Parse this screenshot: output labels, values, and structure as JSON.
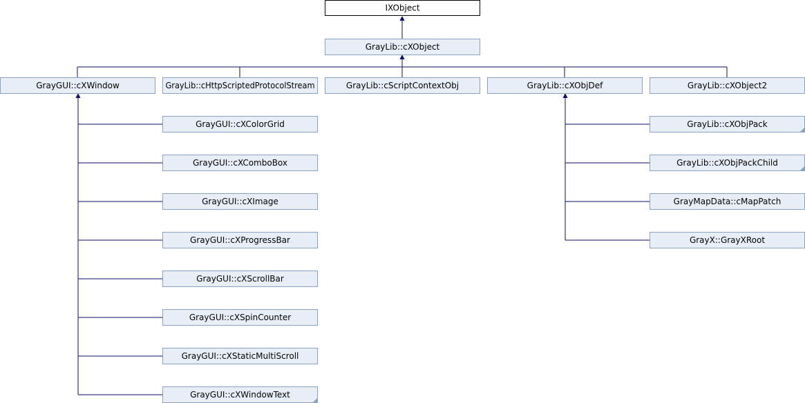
{
  "colors": {
    "node_fill": "#e8eef7",
    "node_border": "#8aa1c4",
    "root_fill": "#ffffff",
    "root_border": "#000000",
    "edge": "#0d0d6b"
  },
  "nodes": {
    "ixobject": "IXObject",
    "cxobject": "GrayLib::cXObject",
    "cxwindow": "GrayGUI::cXWindow",
    "chttp": "GrayLib::cHttpScriptedProtocolStream",
    "cscript": "GrayLib::cScriptContextObj",
    "cxobjdef": "GrayLib::cXObjDef",
    "cxobject2": "GrayLib::cXObject2",
    "colorgrid": "GrayGUI::cXColorGrid",
    "combobox": "GrayGUI::cXComboBox",
    "image": "GrayGUI::cXImage",
    "progressbar": "GrayGUI::cXProgressBar",
    "scrollbar": "GrayGUI::cXScrollBar",
    "spincounter": "GrayGUI::cXSpinCounter",
    "staticmultiscroll": "GrayGUI::cXStaticMultiScroll",
    "windowtext": "GrayGUI::cXWindowText",
    "objpack": "GrayLib::cXObjPack",
    "objpackchild": "GrayLib::cXObjPackChild",
    "mappatch": "GrayMapData::cMapPatch",
    "grayxroot": "GrayX::GrayXRoot"
  }
}
